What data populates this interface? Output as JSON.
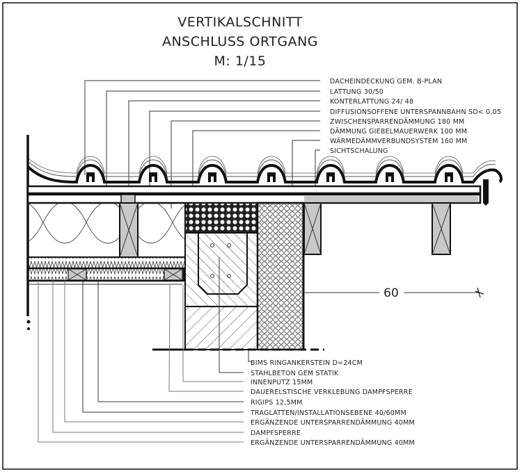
{
  "title": {
    "line1": "VERTIKALSCHNITT",
    "line2": "ANSCHLUSS ORTGANG",
    "scale": "M: 1/15"
  },
  "top_labels": [
    "DACHEINDECKUNG GEM. B-PLAN",
    "LATTUNG 30/50",
    "KONTERLATTUNG 24/ 48",
    "DIFFUSIONSOFFENE UNTERSPANNBAHN SD< 0,05",
    "ZWISCHENSPARRENDÄMMUNG 180 MM",
    "DÄMMUNG GIEBELMAUERWERK 100 MM",
    "WÄRMEDÄMMVERBUNDSYSTEM 160 MM",
    "SICHTSCHALUNG"
  ],
  "bottom_labels": [
    "BIMS RINGANKERSTEIN D=24CM",
    "STAHLBETON GEM STATIK",
    "INNENPUTZ 15MM",
    "DAUERELSTISCHE VERKLEBUNG DAMPFSPERRE",
    "RIGIPS 12,5MM",
    "TRAGLATTEN/INSTALLATIONSEBENE 40/60MM",
    "ERGÄNZENDE UNTERSPARRENDÄMMUNG 40MM",
    "DAMPFSPERRE",
    "ERGÄNZENDE UNTERSPARRENDÄMMUNG 40MM"
  ],
  "dimension": {
    "value": "60"
  },
  "colors": {
    "timber": "#c8c8c8",
    "line": "#111111"
  }
}
